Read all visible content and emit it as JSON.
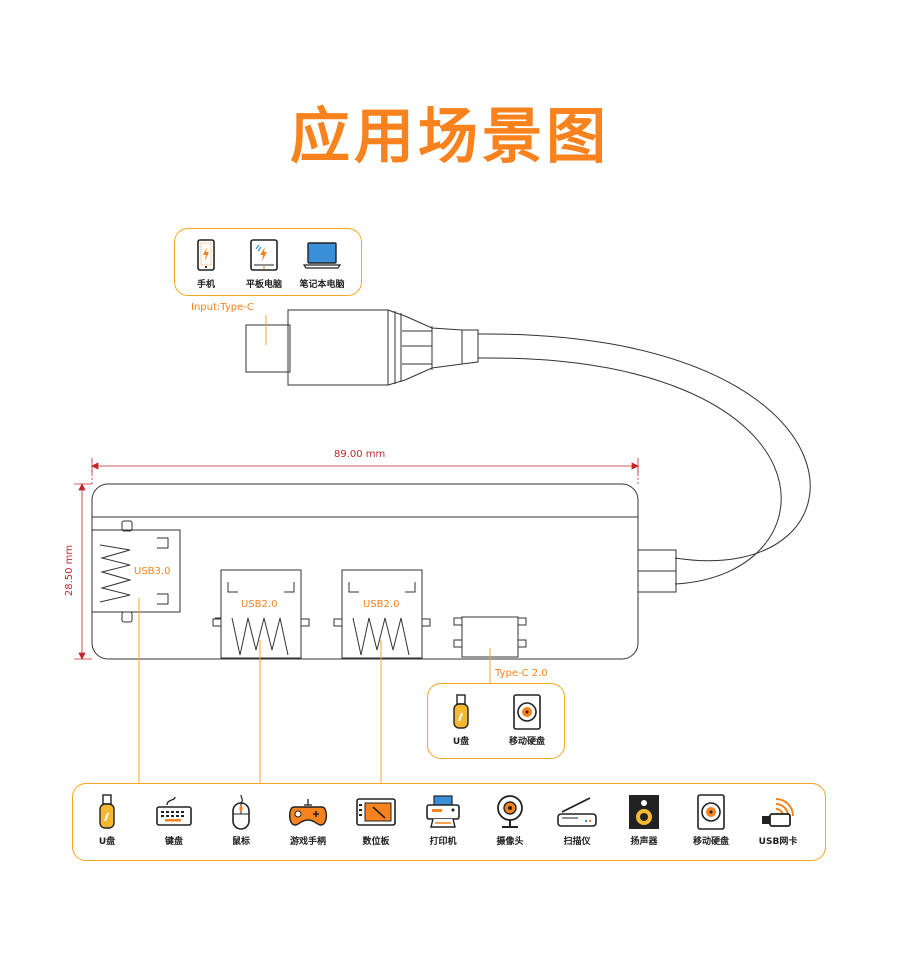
{
  "title": "应用场景图",
  "input": {
    "label": "Input:Type-C",
    "devices": [
      {
        "name": "手机",
        "icon": "phone-icon"
      },
      {
        "name": "平板电脑",
        "icon": "tablet-icon"
      },
      {
        "name": "笔记本电脑",
        "icon": "laptop-icon"
      }
    ]
  },
  "dimensions": {
    "width": "89.00 mm",
    "height": "28.50 mm"
  },
  "ports": {
    "usb3": "USB3.0",
    "usb2_a": "USB2.0",
    "usb2_b": "USB2.0",
    "typec": "Type-C 2.0"
  },
  "typec_devices": [
    {
      "name": "U盘",
      "icon": "usb-drive-icon"
    },
    {
      "name": "移动硬盘",
      "icon": "hard-drive-icon"
    }
  ],
  "usb_devices": [
    {
      "name": "U盘",
      "icon": "usb-drive-icon"
    },
    {
      "name": "键盘",
      "icon": "keyboard-icon"
    },
    {
      "name": "鼠标",
      "icon": "mouse-icon"
    },
    {
      "name": "游戏手柄",
      "icon": "gamepad-icon"
    },
    {
      "name": "数位板",
      "icon": "drawing-tablet-icon"
    },
    {
      "name": "打印机",
      "icon": "printer-icon"
    },
    {
      "name": "摄像头",
      "icon": "webcam-icon"
    },
    {
      "name": "扫描仪",
      "icon": "scanner-icon"
    },
    {
      "name": "扬声器",
      "icon": "speaker-icon"
    },
    {
      "name": "移动硬盘",
      "icon": "hard-drive-icon"
    },
    {
      "name": "USB网卡",
      "icon": "wifi-adapter-icon"
    }
  ],
  "colors": {
    "accent": "#f7821e",
    "border": "#f5a623",
    "dimension": "#c1272d",
    "line": "#333333"
  }
}
